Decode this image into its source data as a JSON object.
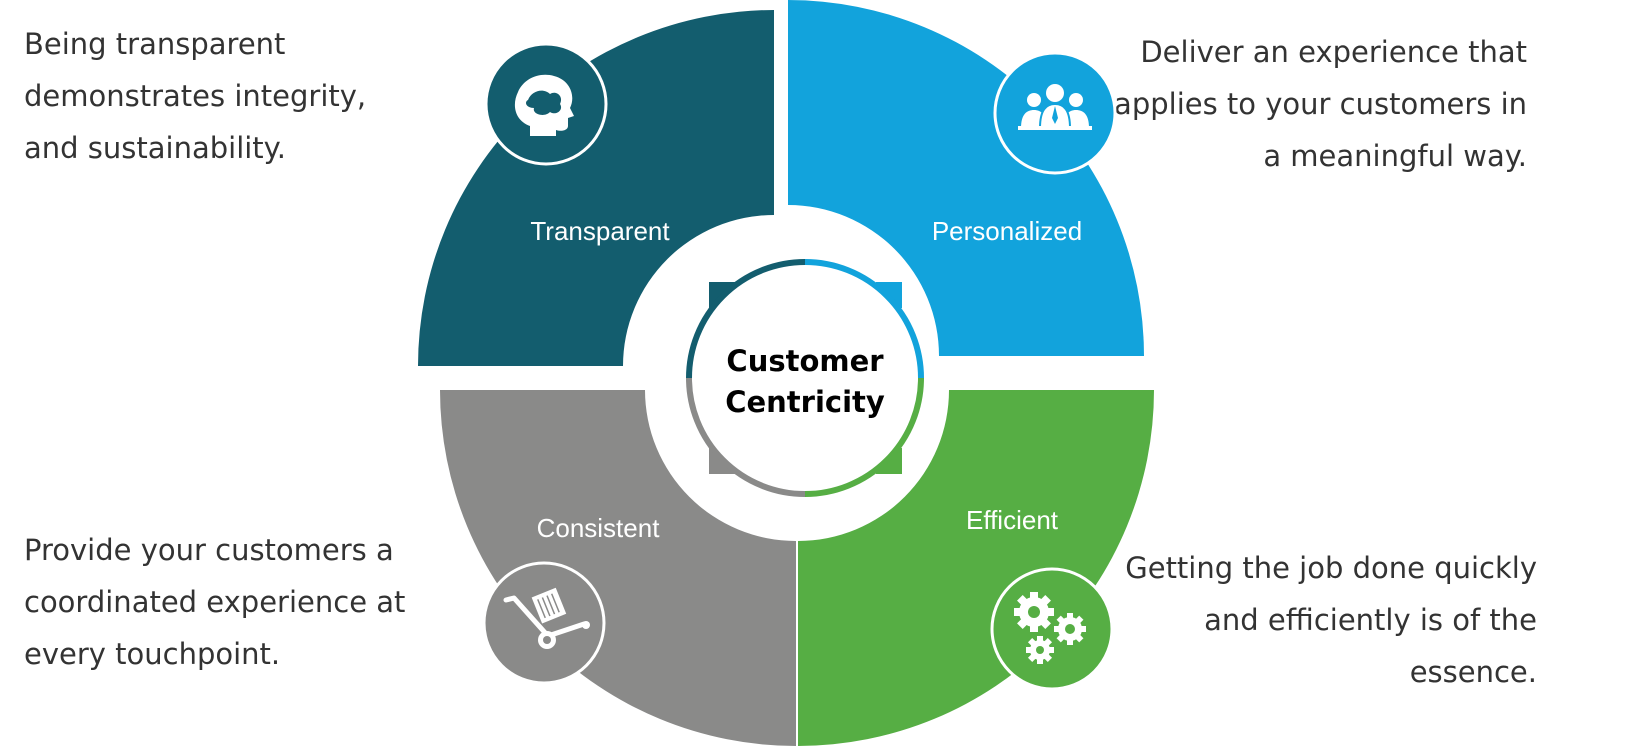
{
  "center": {
    "line1": "Customer",
    "line2": "Centricity"
  },
  "segments": {
    "transparent": {
      "label": "Transparent",
      "icon": "head-profile-icon",
      "color": "#135d6e",
      "description": "Being transparent\ndemonstrates integrity,\nand sustainability."
    },
    "personalized": {
      "label": "Personalized",
      "icon": "people-group-icon",
      "color": "#12a3dc",
      "description": "Deliver an experience that\napplies to your customers in\na meaningful way."
    },
    "consistent": {
      "label": "Consistent",
      "icon": "hand-truck-icon",
      "color": "#8a8a89",
      "description": "Provide your customers a\ncoordinated experience at\nevery touchpoint."
    },
    "efficient": {
      "label": "Efficient",
      "icon": "gears-icon",
      "color": "#56ae44",
      "description": "Getting the job done quickly\nand efficiently is of the\nessence."
    }
  }
}
